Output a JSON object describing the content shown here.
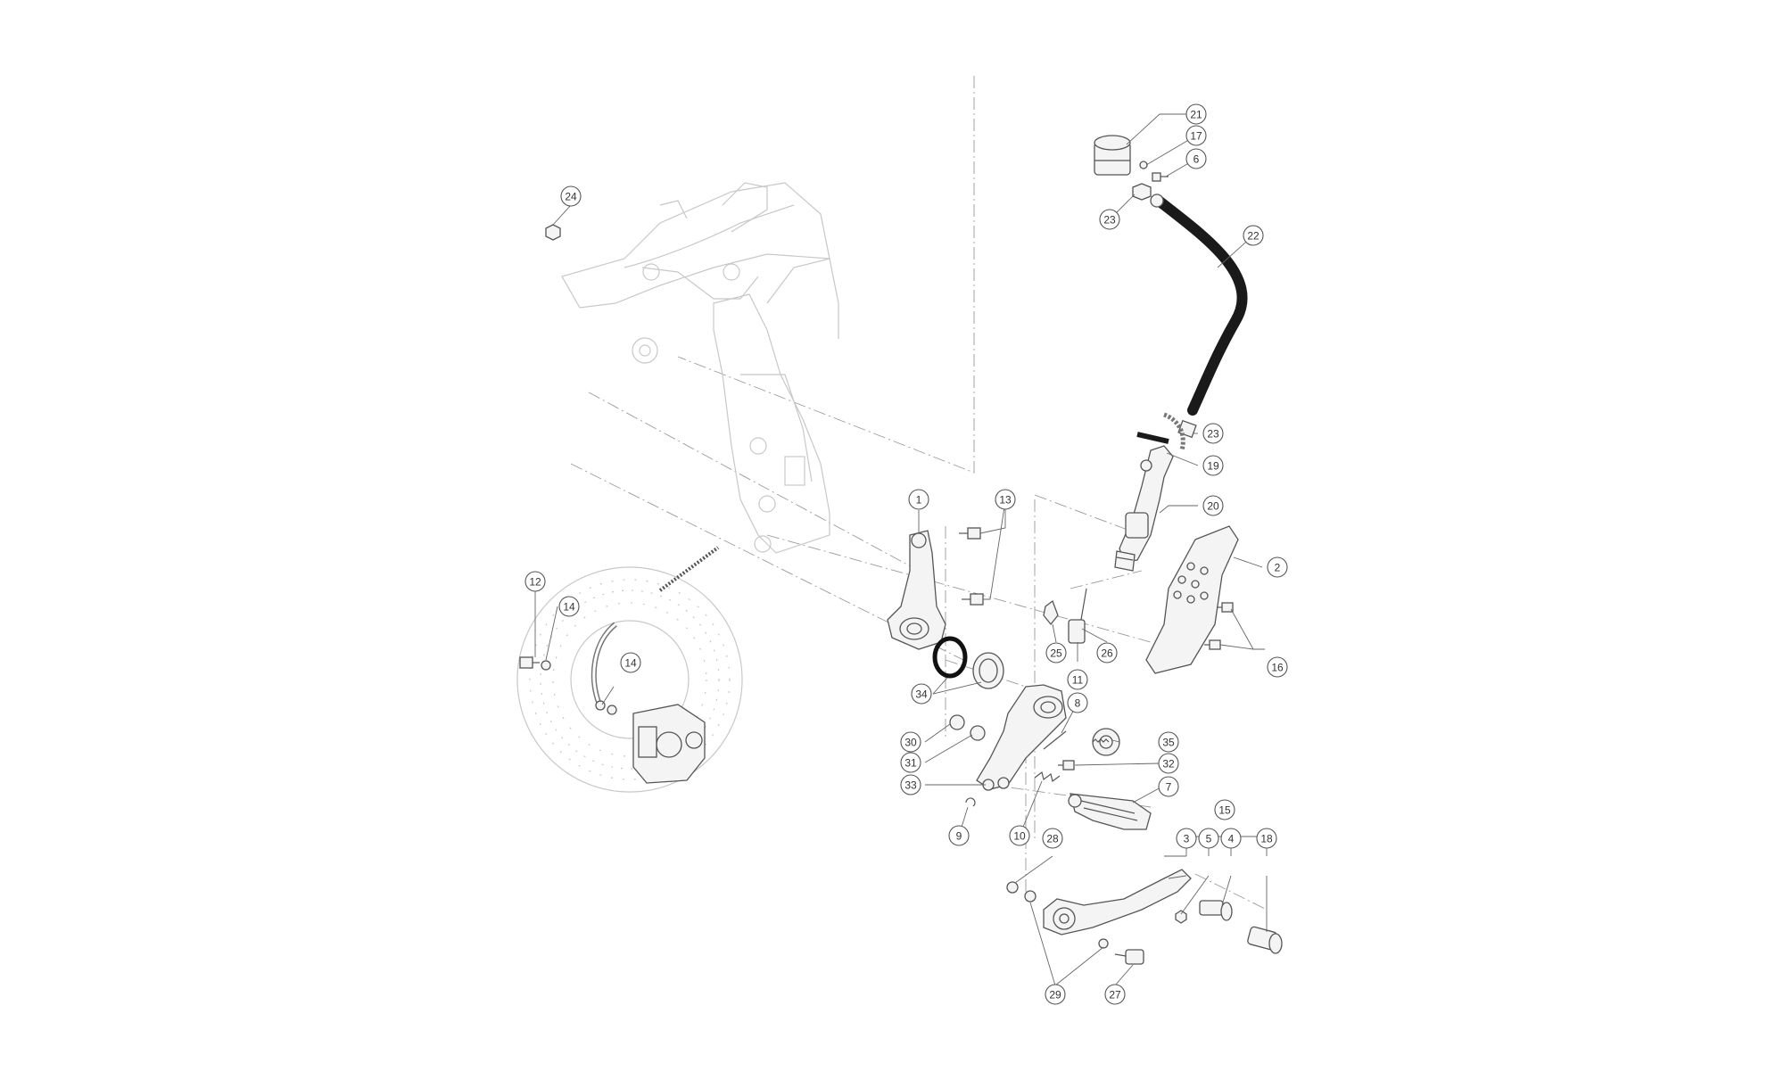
{
  "callouts": [
    {
      "label": "21"
    },
    {
      "label": "17"
    },
    {
      "label": "6"
    },
    {
      "label": "23"
    },
    {
      "label": "22"
    },
    {
      "label": "24"
    },
    {
      "label": "23"
    },
    {
      "label": "19"
    },
    {
      "label": "20"
    },
    {
      "label": "1"
    },
    {
      "label": "13"
    },
    {
      "label": "2"
    },
    {
      "label": "12"
    },
    {
      "label": "14"
    },
    {
      "label": "14"
    },
    {
      "label": "25"
    },
    {
      "label": "26"
    },
    {
      "label": "16"
    },
    {
      "label": "11"
    },
    {
      "label": "34"
    },
    {
      "label": "8"
    },
    {
      "label": "30"
    },
    {
      "label": "35"
    },
    {
      "label": "31"
    },
    {
      "label": "32"
    },
    {
      "label": "33"
    },
    {
      "label": "7"
    },
    {
      "label": "15"
    },
    {
      "label": "9"
    },
    {
      "label": "10"
    },
    {
      "label": "28"
    },
    {
      "label": "3"
    },
    {
      "label": "5"
    },
    {
      "label": "4"
    },
    {
      "label": "18"
    },
    {
      "label": "29"
    },
    {
      "label": "27"
    }
  ],
  "colors": {
    "line": "#555555",
    "faint": "#c8c8c8",
    "hose": "#1a1a1a"
  }
}
